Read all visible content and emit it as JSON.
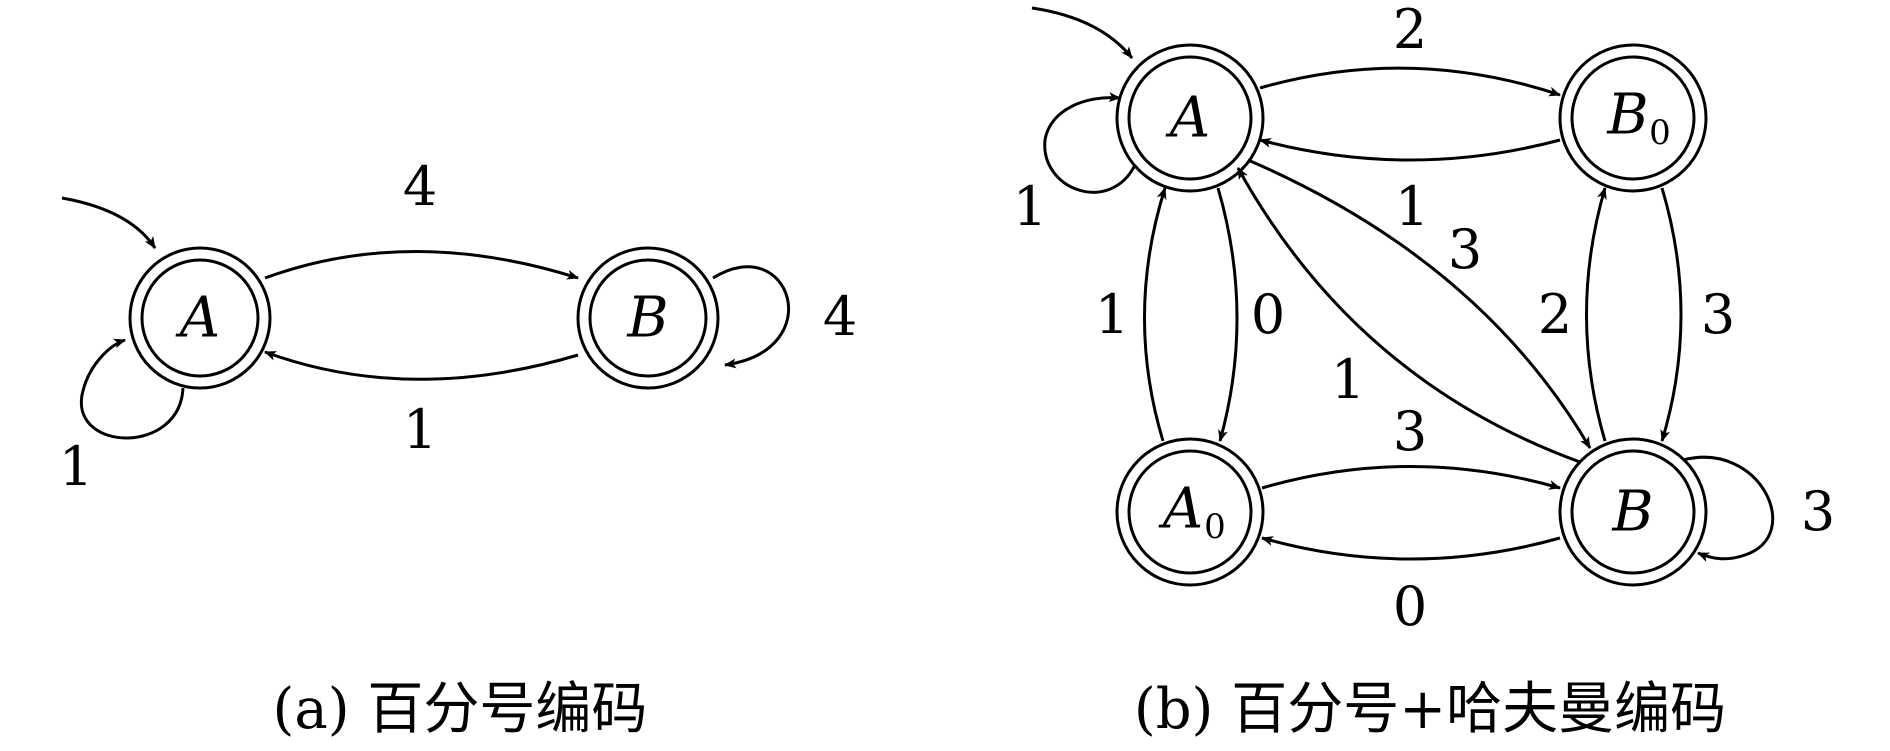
{
  "diagram_a": {
    "caption": "(a) 百分号编码",
    "states": {
      "A": {
        "name": "A",
        "sub": ""
      },
      "B": {
        "name": "B",
        "sub": ""
      }
    },
    "edges": {
      "A_to_B": "4",
      "B_to_A": "1",
      "A_loop": "1",
      "B_loop": "4"
    }
  },
  "diagram_b": {
    "caption": "(b) 百分号+哈夫曼编码",
    "states": {
      "A": {
        "name": "A",
        "sub": ""
      },
      "B0": {
        "name": "B",
        "sub": "0"
      },
      "A0": {
        "name": "A",
        "sub": "0"
      },
      "B": {
        "name": "B",
        "sub": ""
      }
    },
    "edges": {
      "A_to_B0": "2",
      "A_loop": "1",
      "A_to_B": "1",
      "B_to_A_upper": "3",
      "B_to_A_lower": "1",
      "A0_to_A": "1",
      "A_to_A0": "0",
      "B_to_B0": "2",
      "B0_to_B": "3",
      "A0_to_B": "3",
      "B_to_A0": "0",
      "B_loop": "3"
    }
  }
}
